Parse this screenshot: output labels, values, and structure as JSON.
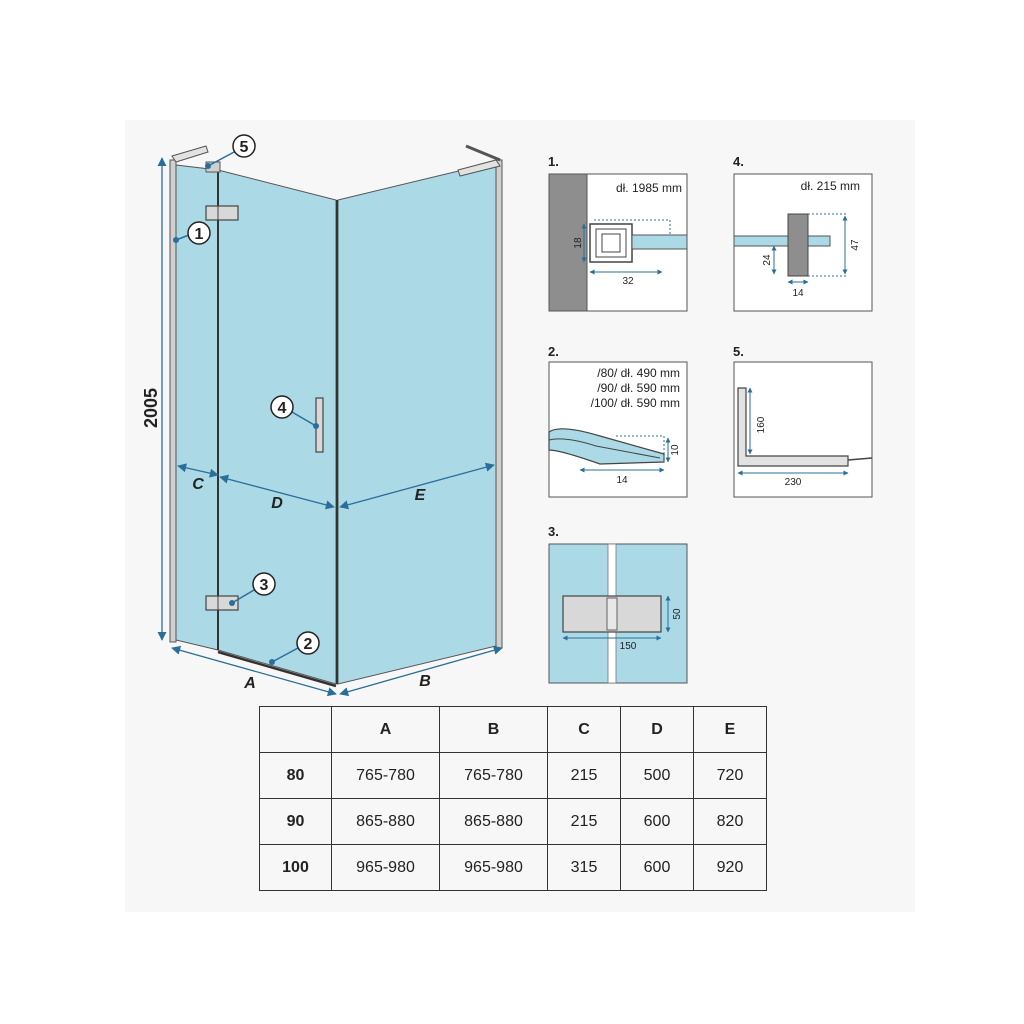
{
  "height_label": "2005",
  "dimension_letters": [
    "A",
    "B",
    "C",
    "D",
    "E"
  ],
  "callouts": [
    "1",
    "2",
    "3",
    "4",
    "5"
  ],
  "details": {
    "d1": {
      "num": "1.",
      "length": "dł. 1985 mm",
      "dim_h": "18",
      "dim_w": "32"
    },
    "d2": {
      "num": "2.",
      "lines": [
        "/80/ dł. 490 mm",
        "/90/ dł. 590 mm",
        "/100/ dł. 590 mm"
      ],
      "dim_h": "10",
      "dim_w": "14"
    },
    "d3": {
      "num": "3.",
      "dim_h": "50",
      "dim_w": "150"
    },
    "d4": {
      "num": "4.",
      "length": "dł. 215 mm",
      "dim_a": "24",
      "dim_b": "47",
      "dim_w": "14"
    },
    "d5": {
      "num": "5.",
      "dim_h": "160",
      "dim_w": "230"
    }
  },
  "colors": {
    "glass": "#acd9e6",
    "frame": "#444444",
    "dim_line": "#2a6f9a",
    "wall": "#8e8e8e"
  },
  "table": {
    "headers": [
      "",
      "A",
      "B",
      "C",
      "D",
      "E"
    ],
    "rows": [
      [
        "80",
        "765-780",
        "765-780",
        "215",
        "500",
        "720"
      ],
      [
        "90",
        "865-880",
        "865-880",
        "215",
        "600",
        "820"
      ],
      [
        "100",
        "965-980",
        "965-980",
        "315",
        "600",
        "920"
      ]
    ]
  }
}
